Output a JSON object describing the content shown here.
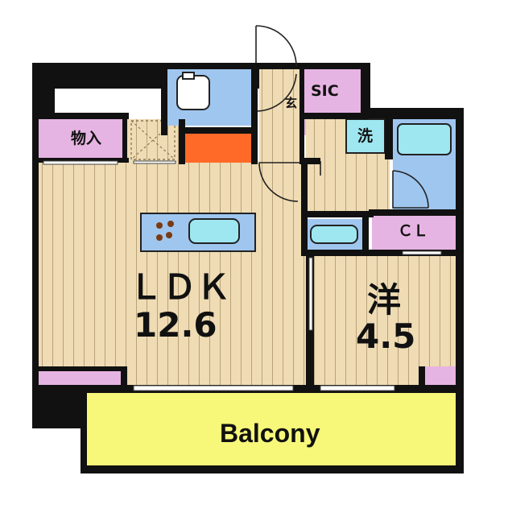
{
  "rooms": {
    "ldk": {
      "name": "ＬＤＫ",
      "size": "12.6"
    },
    "western": {
      "name": "洋",
      "size": "4.5"
    },
    "storage": {
      "name": "物入"
    },
    "sic": {
      "name": "SIC"
    },
    "entrance": {
      "name": "玄"
    },
    "laundry": {
      "name": "洗"
    },
    "closet": {
      "name": "ＣＬ"
    },
    "balcony": {
      "name": "Balcony"
    }
  },
  "colors": {
    "wall": "#111111",
    "floor_wood": "#efdcb4",
    "wood_line": "#b9a27a",
    "storage_pink": "#e6b4e2",
    "wet_blue": "#9fc6ef",
    "kitchen_orange": "#ff6a28",
    "balcony_yellow": "#f7f77a"
  }
}
